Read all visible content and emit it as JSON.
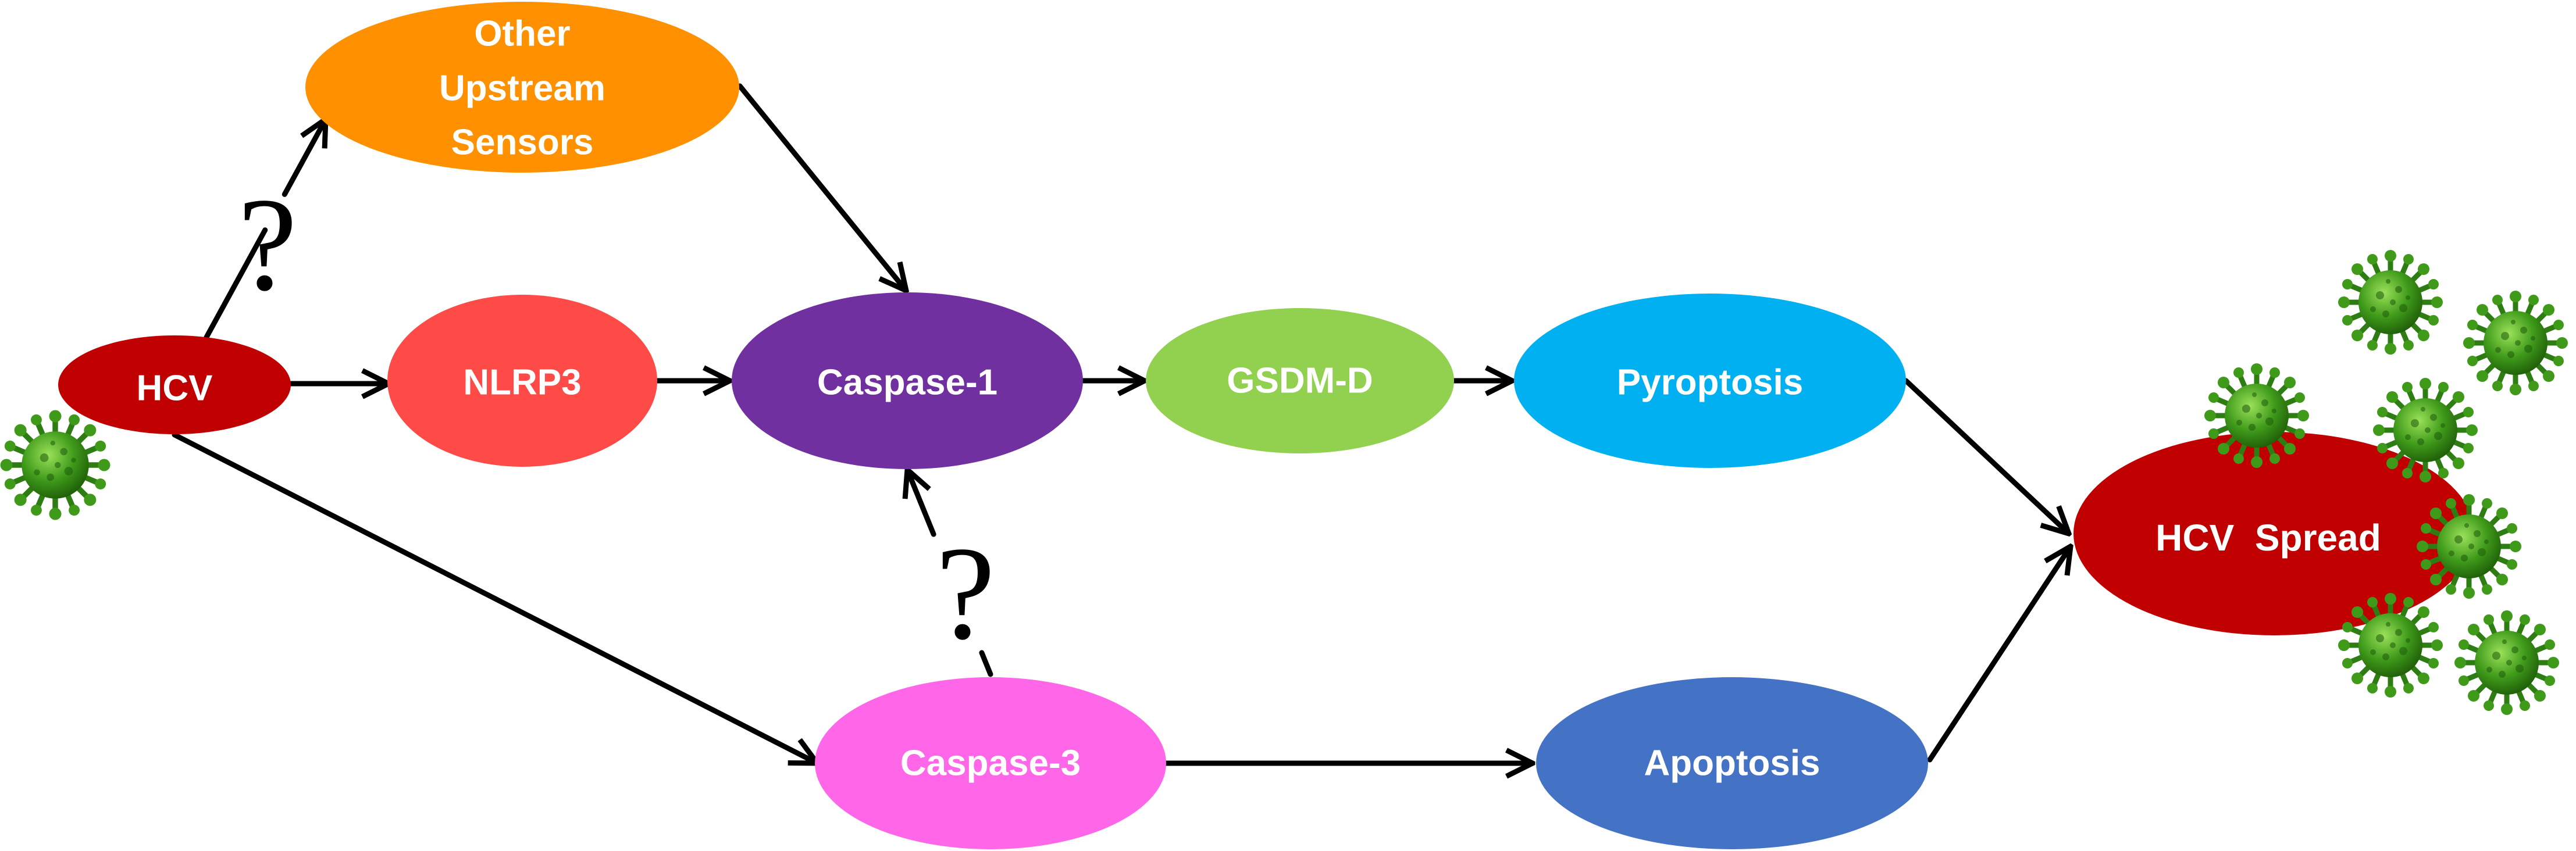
{
  "nodes": {
    "hcv": {
      "label": "HCV",
      "color": "#c00000"
    },
    "other_sensors": {
      "lines": [
        "Other",
        "Upstream",
        "Sensors"
      ],
      "color": "#ff9000"
    },
    "nlrp3": {
      "label": "NLRP3",
      "color": "#ff4b47"
    },
    "caspase1": {
      "label": "Caspase-1",
      "color": "#7030a0"
    },
    "gsdmd": {
      "label": "GSDM-D",
      "color": "#92d050"
    },
    "pyroptosis": {
      "label": "Pyroptosis",
      "color": "#00b0f0"
    },
    "caspase3": {
      "label": "Caspase-3",
      "color": "#ff66e8"
    },
    "apoptosis": {
      "label": "Apoptosis",
      "color": "#4472c4"
    },
    "hcv_spread": {
      "label": "HCV  Spread",
      "color": "#c00000"
    }
  },
  "question_marks": {
    "upper": "?",
    "lower": "?"
  },
  "icons": {
    "virus": "virus-icon",
    "virus_color": "#3f9a1a"
  }
}
